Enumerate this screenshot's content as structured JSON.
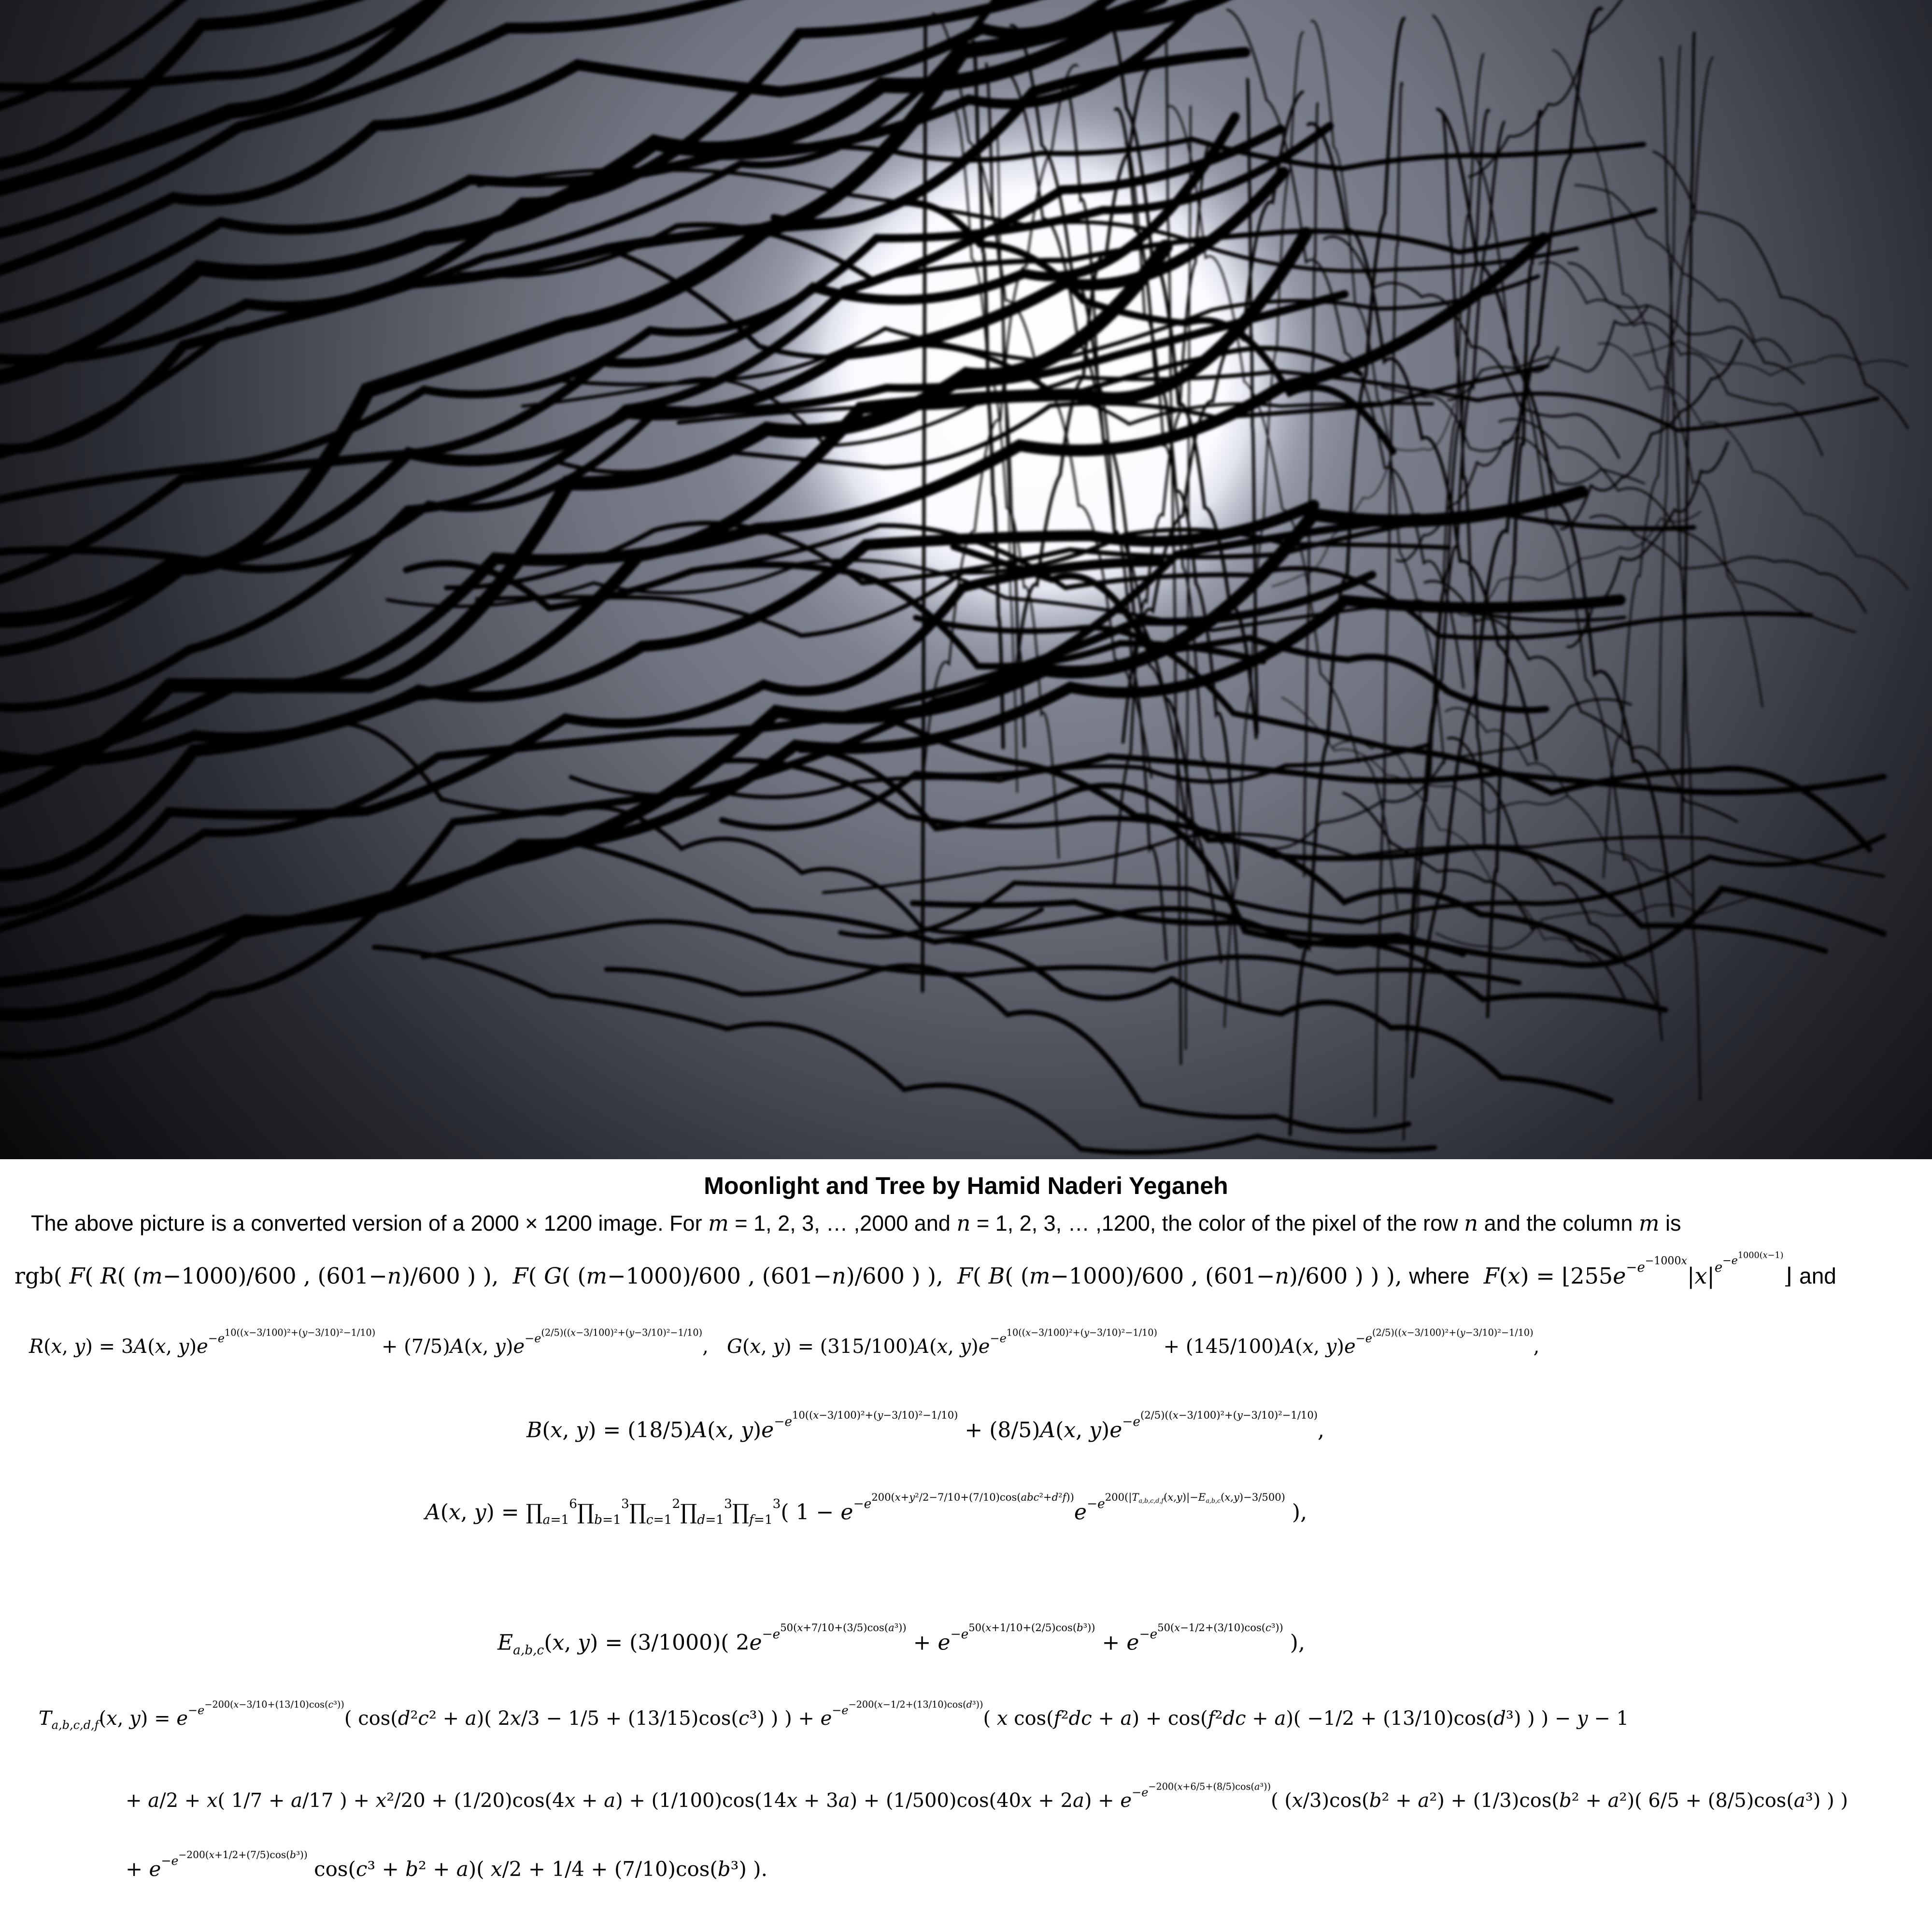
{
  "caption": {
    "title": "Moonlight and Tree by Hamid Naderi Yeganeh",
    "intro": "The above picture is a converted version of a 2000 × 1200 image. For m = 1, 2, 3, … ,2000 and n = 1, 2, 3, … ,1200, the color of the pixel of the row n and the column m is",
    "line_rgb": "rgb( F( R( (m−1000)/600 , (601−n)/600 ) ),  F( G( (m−1000)/600 , (601−n)/600 ) ),  F( B( (m−1000)/600 , (601−n)/600 ) ) ),",
    "line_where": "where  F(x) = ⌊255e^(−e^(−1000x)) |x|^(e^(−e^(1000(x−1))))⌋  and",
    "eq_R": "R(x, y) = 3A(x, y)e^(−e^(10((x−3/100)²+(y−3/10)²−1/10))) + (7/5)A(x, y)e^(−e^((2/5)((x−3/100)²+(y−3/10)²−1/10))),",
    "eq_G": "G(x, y) = (315/100)A(x, y)e^(−e^(10((x−3/100)²+(y−3/10)²−1/10))) + (145/100)A(x, y)e^(−e^((2/5)((x−3/100)²+(y−3/10)²−1/10))),",
    "eq_B": "B(x, y) = (18/5)A(x, y)e^(−e^(10((x−3/100)²+(y−3/10)²−1/10))) + (8/5)A(x, y)e^(−e^((2/5)((x−3/100)²+(y−3/10)²−1/10))),",
    "eq_A": "A(x, y) = ∏(a=1..6) ∏(b=1..3) ∏(c=1..2) ∏(d=1..3) ∏(f=1..3) ( 1 − e^(−e^(200(x+y²/2−7/10+(7/10)cos(abc²+d²f)))) e^(−e^(200(|T_{a,b,c,d,f}(x,y)|−E_{a,b,c}(x,y)−3/500))) ),",
    "eq_E": "E_{a,b,c}(x, y) = (3/1000)( 2e^(−e^(50(x+7/10+(3/5)cos(a³)))) + e^(−e^(50(x+1/10+(2/5)cos(b³)))) + e^(−e^(50(x−1/2+(3/10)cos(c³)))) ),",
    "eq_T1": "T_{a,b,c,d,f}(x, y) = e^(−e^(−200(x−3/10+(13/10)cos(c³)))) ( cos(d²c² + a)( 2x/3 − 1/5 + (13/15)cos(c³) ) ) + e^(−e^(−200(x−1/2+(13/10)cos(d³)))) ( x cos(f²dc + a) + cos(f²dc + a)( −1/2 + (13/10)cos(d³) ) ) − y − 1",
    "eq_T2": "+ a/2 + x( 1/7 + a/17 ) + x²/20 + (1/20)cos(4x + a) + (1/100)cos(14x + 3a) + (1/500)cos(40x + 2a) + e^(−e^(−200(x+6/5+(8/5)cos(a³)))) ( (x/3)cos(b² + a²) + (1/3)cos(b² + a²)( 6/5 + (8/5)cos(a³) ) )",
    "eq_T3": "+ e^(−e^(−200(x+1/2+(7/5)cos(b³)))) cos(c³ + b² + a)( x/2 + 1/4 + (7/10)cos(b³) )."
  },
  "colors": {
    "background": "#ffffff",
    "sky_dark": "#0a0b0e",
    "sky_mid": "#6e7280",
    "moon_glow": "#ffffff",
    "branches": "#000000",
    "text": "#000000"
  }
}
